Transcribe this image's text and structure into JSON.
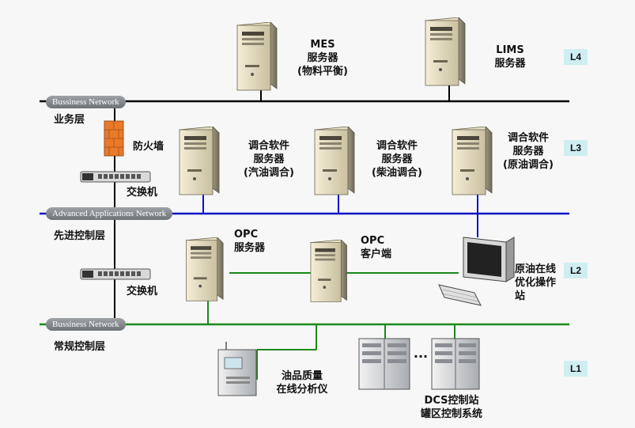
{
  "networks": {
    "business_top": "Bussiness Network",
    "advanced": "Advanced Applications Network",
    "business_bottom": "Bussiness Network"
  },
  "layers": {
    "business": "业务层",
    "advanced_control": "先进控制层",
    "regular_control": "常规控制层"
  },
  "levels": [
    "L4",
    "L3",
    "L2",
    "L1"
  ],
  "nodes": {
    "mes": "MES\n服务器\n(物料平衡)",
    "lims": "LIMS\n服务器",
    "firewall": "防火墙",
    "switch1": "交换机",
    "switch2": "交换机",
    "blend_gasoline": "调合软件\n服务器\n(汽油调合)",
    "blend_diesel": "调合软件\n服务器\n(柴油调合)",
    "blend_crude": "调合软件\n服务器\n(原油调合)",
    "opc_server": "OPC\n服务器",
    "opc_client": "OPC\n客户端",
    "crude_station": "原油在线\n优化操作\n站",
    "analyzer": "油品质量\n在线分析仪",
    "dcs": "DCS控制站\n罐区控制系统",
    "ellipsis": "..."
  },
  "colors": {
    "business_line": "#000000",
    "advanced_line": "#1010c8",
    "control_line": "#1a8a1a",
    "firewall": "#e87a2a",
    "level_tag": "#cfeef2"
  }
}
